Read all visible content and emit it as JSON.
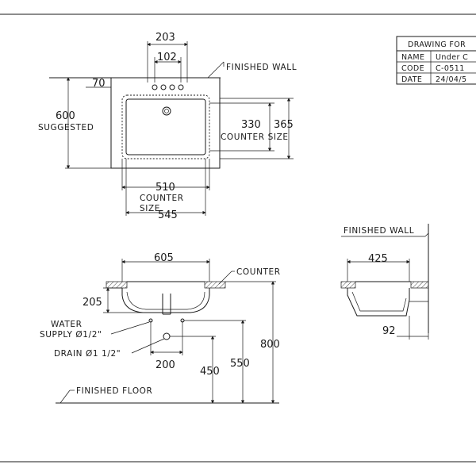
{
  "title_block": {
    "header": "DRAWING FOR",
    "rows": [
      {
        "key": "NAME",
        "value": "Under C"
      },
      {
        "key": "CODE",
        "value": "C-0511"
      },
      {
        "key": "DATE",
        "value": "24/04/5"
      }
    ]
  },
  "top_view": {
    "dim_203": "203",
    "dim_102": "102",
    "dim_70": "70",
    "dim_600": "600",
    "suggested": "SUGGESTED",
    "dim_330": "330",
    "dim_365": "365",
    "counter_size": "COUNTER SIZE",
    "dim_510": "510",
    "counter_size_bottom_1": "COUNTER",
    "counter_size_bottom_2": "SIZE",
    "dim_545": "545",
    "finished_wall": "FINISHED WALL"
  },
  "front_view": {
    "dim_605": "605",
    "counter": "COUNTER",
    "dim_205": "205",
    "water_supply_1": "WATER",
    "water_supply_2": "SUPPLY Ø1/2\"",
    "drain": "DRAIN Ø1 1/2\"",
    "dim_200": "200",
    "dim_450": "450",
    "dim_550": "550",
    "dim_800": "800",
    "finished_floor": "FINISHED FLOOR"
  },
  "side_view": {
    "finished_wall": "FINISHED WALL",
    "dim_425": "425",
    "dim_92": "92"
  }
}
